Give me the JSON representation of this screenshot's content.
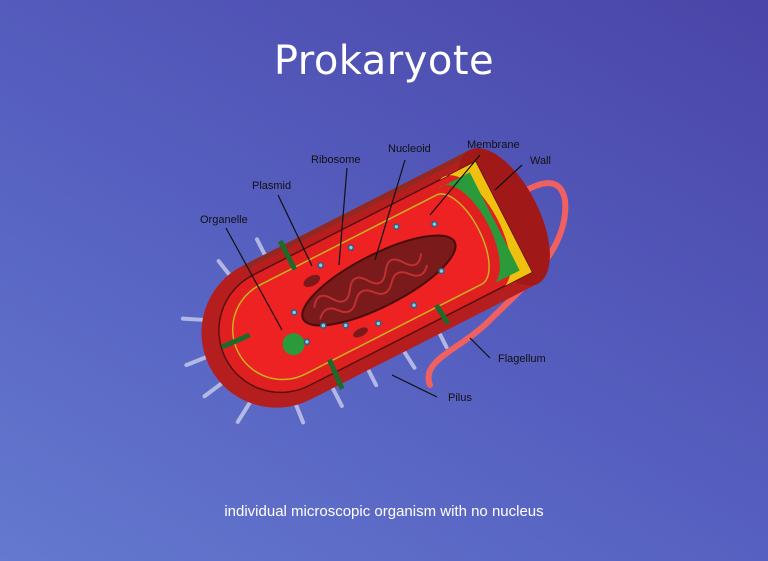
{
  "slide": {
    "title": "Prokaryote",
    "caption": "individual microscopic organism with no nucleus"
  },
  "diagram": {
    "labels": {
      "nucleoid": "Nucleoid",
      "membrane": "Membrane",
      "ribosome": "Ribosome",
      "wall": "Wall",
      "plasmid": "Plasmid",
      "organelle": "Organelle",
      "flagellum": "Flagellum",
      "pilus": "Pilus"
    }
  }
}
